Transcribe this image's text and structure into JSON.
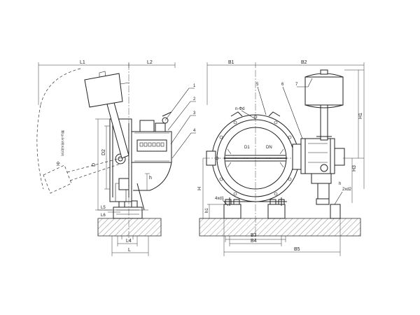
{
  "dimensions": {
    "L1": "L1",
    "L2": "L2",
    "B1": "B1",
    "B2": "B2",
    "L": "L",
    "L4": "L4",
    "L5": "L5",
    "L6": "L6",
    "B3": "B3",
    "B4": "B4",
    "B5": "B5",
    "H": "H",
    "H1": "H1",
    "H3": "H3",
    "h1": "h1",
    "h": "h",
    "D": "D",
    "D1": "D1",
    "D2": "D2",
    "DN": "DN",
    "nd": "n-Φd",
    "fourd1": "4xd1",
    "twod2": "2xd2"
  },
  "callouts": [
    "1",
    "2",
    "3",
    "4",
    "5",
    "6",
    "7"
  ],
  "annotations": {
    "arc_text": "全",
    "side_text": "關(guān)閉水流方向"
  },
  "colors": {
    "line": "#222222",
    "background": "#ffffff"
  }
}
